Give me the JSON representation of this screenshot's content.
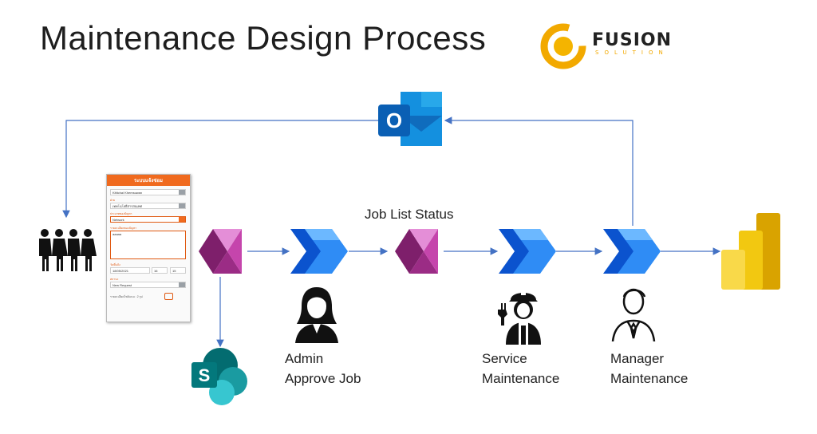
{
  "title": "Maintenance Design Process",
  "logo": {
    "text": "FUSION",
    "subtext": "SOLUTION",
    "colors": [
      "#f4b400",
      "#f29b00"
    ]
  },
  "nodes": {
    "users": {
      "icon": "group-of-people-icon"
    },
    "form": {
      "title": "ระบบแจ้งซ่อม",
      "requester": "Kittichai Khemsuwan",
      "dept_label": "ฝ่าย",
      "dept_value": "เทคโนโลยีสารสนเทศ",
      "type_label": "ประเภทของปัญหา",
      "type_value": "Network",
      "detail_label": "รายละเอียดของปัญหา",
      "detail_value": "aaaaa",
      "date_label": "วันที่แจ้ง",
      "date_value": "18/05/2021",
      "hour_value": "16",
      "minute_value": "15",
      "status_label": "สถานะ",
      "status_value": "New Request",
      "attach_label": "รายละเอียดไฟล์แนบ : 2 รูป"
    },
    "powerapps_1": {
      "icon": "power-apps-icon"
    },
    "automate_1": {
      "icon": "power-automate-icon"
    },
    "powerapps_2": {
      "icon": "power-apps-icon"
    },
    "automate_2": {
      "icon": "power-automate-icon"
    },
    "automate_3": {
      "icon": "power-automate-icon"
    },
    "powerbi": {
      "icon": "power-bi-icon"
    },
    "outlook": {
      "icon": "outlook-icon",
      "letter": "O"
    },
    "sharepoint": {
      "icon": "sharepoint-icon",
      "letter": "S"
    }
  },
  "labels": {
    "job_list_status": "Job List Status",
    "admin_line1": "Admin",
    "admin_line2": "Approve Job",
    "service_line1": "Service",
    "service_line2": "Maintenance",
    "manager_line1": "Manager",
    "manager_line2": "Maintenance"
  },
  "colors": {
    "arrow": "#4472c4",
    "powerapps": "#b1338f",
    "automate": "#2a7be4",
    "outlook": "#0a64c8",
    "sharepoint": "#0b7b6f",
    "powerbi": "#f2c811"
  }
}
